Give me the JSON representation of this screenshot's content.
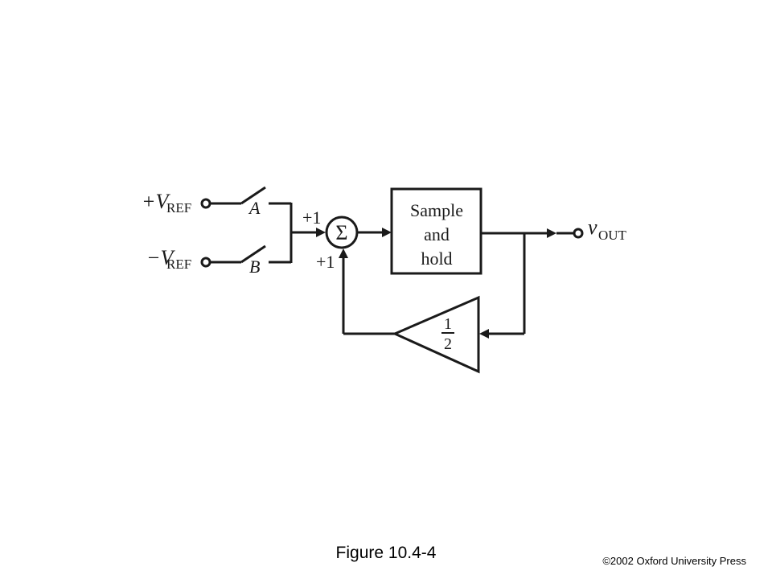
{
  "diagram": {
    "input_pos_label_main": "+V",
    "input_pos_label_sub": "REF",
    "input_neg_label_main": "−V",
    "input_neg_label_sub": "REF",
    "switch_a_label": "A",
    "switch_b_label": "B",
    "sum_gain_top": "+1",
    "sum_gain_bottom": "+1",
    "sum_symbol": "Σ",
    "sample_hold_line1": "Sample",
    "sample_hold_line2": "and",
    "sample_hold_line3": "hold",
    "output_label_main": "v",
    "output_label_sub": "OUT",
    "gain_numerator": "1",
    "gain_denominator": "2"
  },
  "caption": "Figure 10.4-4",
  "copyright": "©2002 Oxford University Press"
}
